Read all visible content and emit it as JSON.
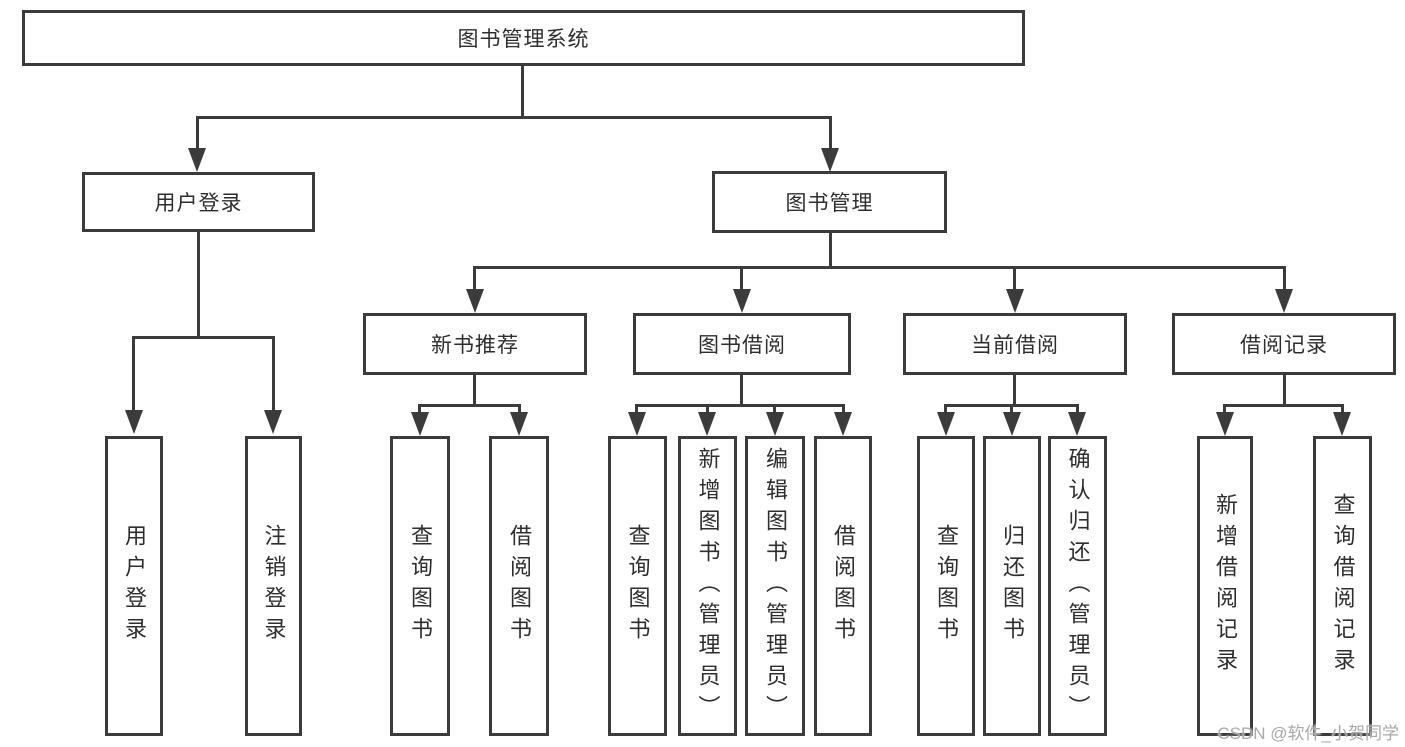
{
  "tree": {
    "root": {
      "label": "图书管理系统"
    },
    "level2": [
      {
        "label": "用户登录",
        "children": [
          {
            "label": "用户登录"
          },
          {
            "label": "注销登录"
          }
        ]
      },
      {
        "label": "图书管理",
        "children": [
          {
            "label": "新书推荐",
            "children": [
              {
                "label": "查询图书"
              },
              {
                "label": "借阅图书"
              }
            ]
          },
          {
            "label": "图书借阅",
            "children": [
              {
                "label": "查询图书"
              },
              {
                "label": "新增图书（管理员）"
              },
              {
                "label": "编辑图书（管理员）"
              },
              {
                "label": "借阅图书"
              }
            ]
          },
          {
            "label": "当前借阅",
            "children": [
              {
                "label": "查询图书"
              },
              {
                "label": "归还图书"
              },
              {
                "label": "确认归还（管理员）"
              }
            ]
          },
          {
            "label": "借阅记录",
            "children": [
              {
                "label": "新增借阅记录"
              },
              {
                "label": "查询借阅记录"
              }
            ]
          }
        ]
      }
    ]
  },
  "watermark": "CSDN @软件_小贺同学",
  "colors": {
    "line": "#3b3b3b",
    "text": "#2e2e2e",
    "background": "#ffffff",
    "watermark": "#a8a8a8"
  }
}
